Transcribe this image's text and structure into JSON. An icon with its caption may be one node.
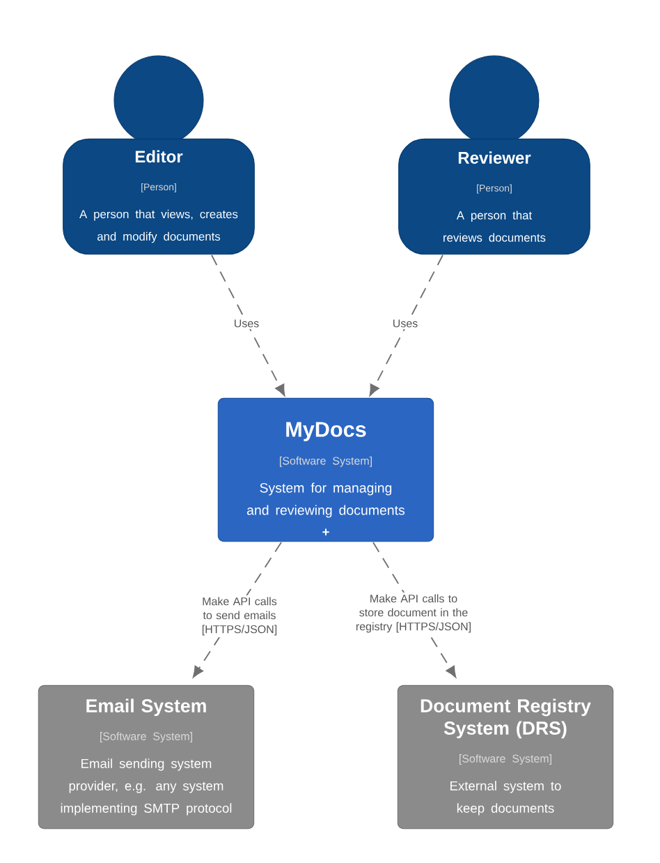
{
  "diagram": {
    "nodes": [
      {
        "text": [
          "Editor",
          "[Person]",
          "A person that views, creates and modify documents"
        ]
      },
      {
        "text": [
          "Reviewer",
          "[Person]",
          "A person that reviews documents"
        ]
      },
      {
        "text": [
          "MyDocs",
          "[Software System]",
          "System for managing and reviewing documents"
        ]
      },
      {
        "text": [
          "Email System",
          "[Software System]",
          "Email sending system provider, e.g. any system implementing SMTP protocol"
        ]
      },
      {
        "text": [
          "Document Registry System (DRS)",
          "[Software System]",
          "External system to keep documents"
        ]
      }
    ],
    "edges": [
      {
        "from": 0,
        "to": 2,
        "arrow": "to",
        "label": "Uses",
        "style": "dashed"
      },
      {
        "from": 1,
        "to": 2,
        "arrow": "to",
        "label": "Uses",
        "style": "dashed"
      },
      {
        "from": 2,
        "to": 3,
        "arrow": "to",
        "label": "Make API calls to send emails [HTTPS/JSON]",
        "style": "dashed"
      },
      {
        "from": 2,
        "to": 4,
        "arrow": "to",
        "label": "Make API calls to store document in the registry [HTTPS/JSON]",
        "style": "dashed"
      }
    ],
    "labels": [
      "+"
    ]
  }
}
